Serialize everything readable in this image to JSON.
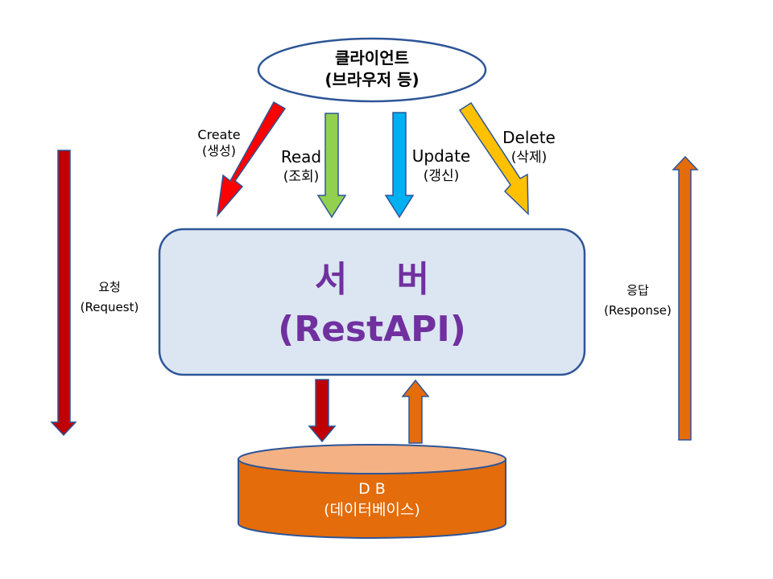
{
  "client": {
    "line1": "클라이언트",
    "line2": "(브라우저 등)"
  },
  "operations": {
    "create": {
      "label": "Create",
      "sub": "(생성)",
      "color": "#ff0000"
    },
    "read": {
      "label": "Read",
      "sub": "(조회)",
      "color": "#92d050"
    },
    "update": {
      "label": "Update",
      "sub": "(갱신)",
      "color": "#00b0f0"
    },
    "delete": {
      "label": "Delete",
      "sub": "(삭제)",
      "color": "#ffc000"
    }
  },
  "server": {
    "line1": "서    버",
    "line2": "(RestAPI)",
    "text_color": "#7030a0",
    "fill": "#dce6f2",
    "border": "#2e5597"
  },
  "request": {
    "label": "요청",
    "sub": "(Request)",
    "color": "#c00000"
  },
  "response": {
    "label": "응답",
    "sub": "(Response)",
    "color": "#e46c0a"
  },
  "database": {
    "line1": "D B",
    "line2": "(데이터베이스)",
    "fill": "#e46c0a",
    "top_fill": "#f4b183"
  },
  "colors": {
    "arrow_outline": "#2e5597"
  }
}
